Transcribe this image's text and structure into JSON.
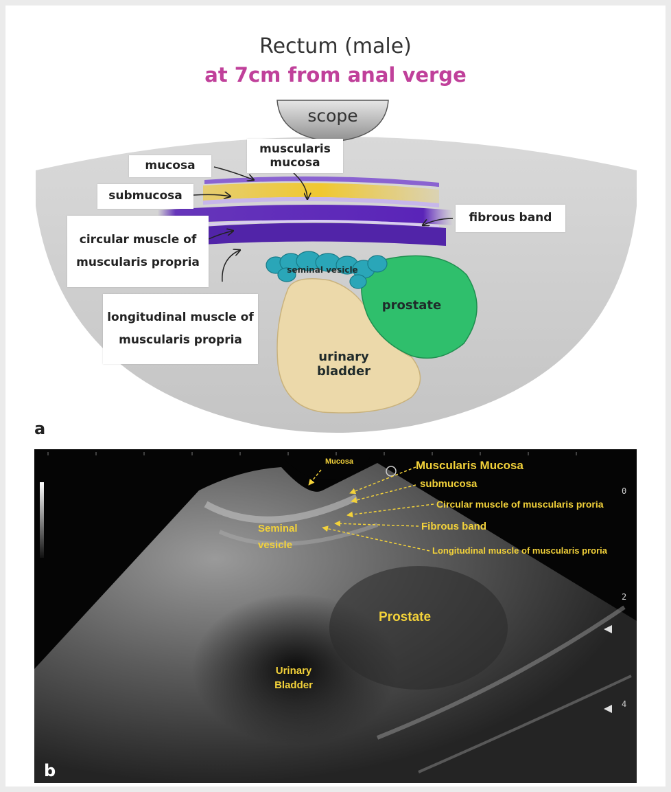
{
  "panel_a": {
    "letter": "a",
    "title": "Rectum (male)",
    "subtitle": "at 7cm from anal verge",
    "scope_label": "scope",
    "labels": {
      "mucosa": "mucosa",
      "muscularis_mucosa": "muscularis mucosa",
      "submucosa": "submucosa",
      "circular_muscle": "circular muscle of muscularis propria",
      "fibrous_band": "fibrous band",
      "longitudinal_muscle": "longitudinal muscle of muscularis propria"
    },
    "organs": {
      "seminal_vesicle": "seminal vesicle",
      "prostate": "prostate",
      "urinary_bladder": "urinary bladder"
    },
    "colors": {
      "title_accent": "#c0409a",
      "submucosa": "#f0c830",
      "muscle": "#5a24b8",
      "prostate": "#2fbf6c",
      "seminal_vesicle": "#2aa6b8",
      "bladder": "#ecd9aa"
    }
  },
  "panel_b": {
    "letter": "b",
    "labels": {
      "mucosa": "Mucosa",
      "muscularis_mucosa": "Muscularis Mucosa",
      "submucosa": "submucosa",
      "circular_muscle": "Circular muscle of muscularis proria",
      "fibrous_band": "Fibrous band",
      "longitudinal_muscle": "Longitudinal muscle of muscularis proria",
      "seminal_vesicle": "Seminal vesicle",
      "prostate": "Prostate",
      "urinary_bladder": "Urinary Bladder"
    },
    "scale": [
      "0",
      "2",
      "4"
    ],
    "label_color": "#f3d23a"
  }
}
